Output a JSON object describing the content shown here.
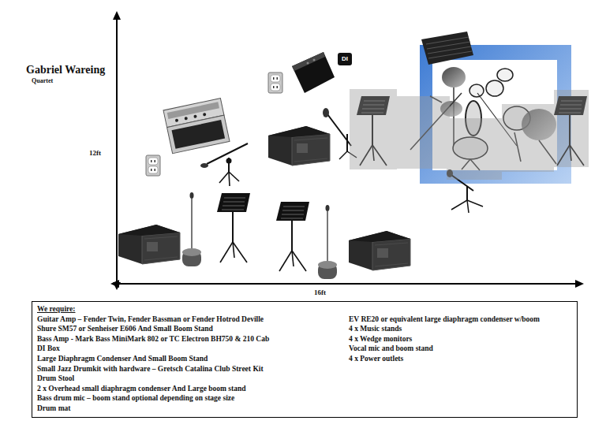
{
  "diagram": {
    "title": "Gabriel Wareing",
    "nodes": [
      {
        "text": [
          "We require:",
          "Guitar Amp – Fender Twin, Fender Bassman or Fender Hotrod Deville",
          "Shure SM57 or Senheiser E606 And Small Boom Stand",
          "Bass Amp -  Mark Bass MiniMark 802 or TC Electron BH750 & 210 Cab",
          "DI Box",
          "Large Diaphragm Condenser And Small Boom Stand",
          "Small Jazz Drumkit with hardware – Gretsch Catalina Club Street Kit",
          "Drum Stool",
          "2 x Overhead small diaphragm condenser And Large boom stand",
          "Bass drum mic – boom stand optional depending on stage size",
          "Drum mat",
          "EV RE20 or equivalent large diaphragm condenser w/boom",
          "4 x Music stands",
          "4 x Wedge monitors",
          "Vocal mic and boom stand",
          "4 x Power outlets"
        ]
      },
      {
        "text": [
          "DI"
        ]
      }
    ],
    "labels": [
      "Quartet",
      "12ft",
      "16ft"
    ]
  }
}
